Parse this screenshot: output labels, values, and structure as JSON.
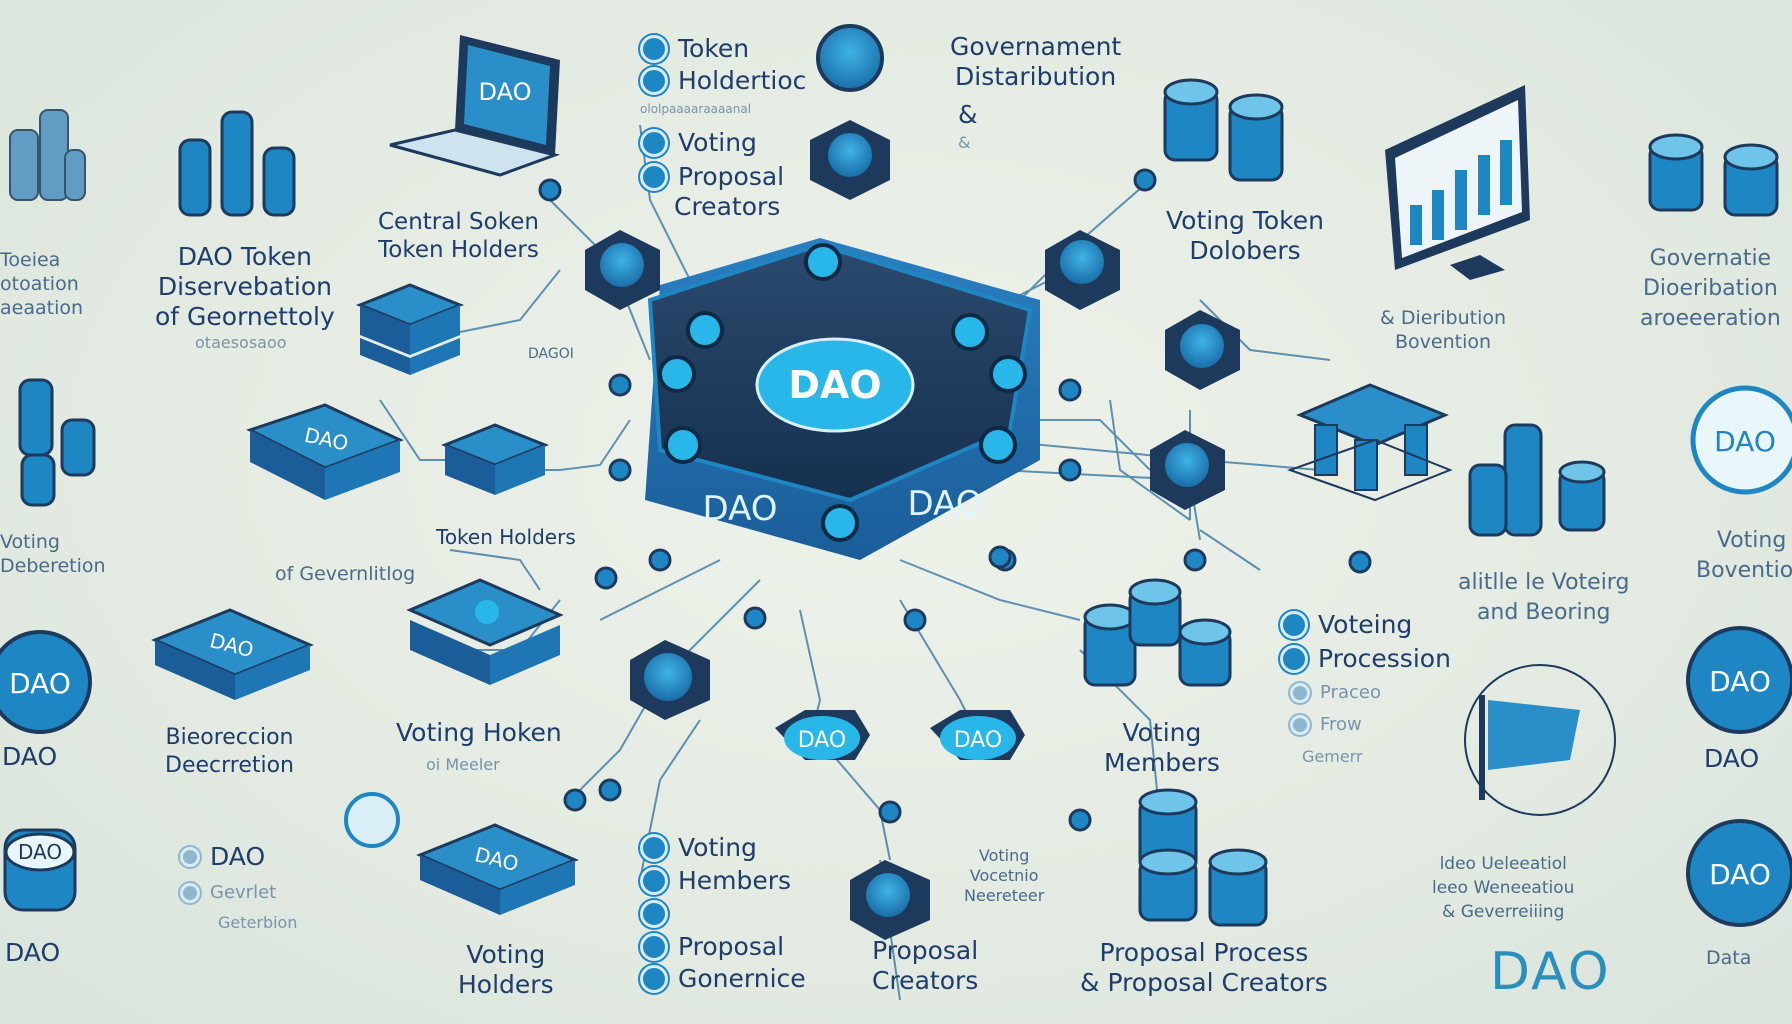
{
  "center": {
    "label": "DAO",
    "side_left": "DAO",
    "side_right": "DAO"
  },
  "nodes": {
    "node_dao_1": "DAO",
    "node_dao_2": "DAO",
    "laptop_screen": "DAO",
    "card_dao_1": "DAO",
    "card_dao_2": "DAO",
    "card_dao_3": "DAO",
    "left_circle_1": "DAO",
    "left_coin_dao": "DAO",
    "right_circle_1": "DAO",
    "right_circle_2": "DAO",
    "right_circle_3": "DAO"
  },
  "labels": {
    "top_bullets": [
      "Token",
      "Holdertioc",
      "Voting",
      "Proposal",
      "Creators"
    ],
    "top_bullets_faint": "ololpaaaaraaaanal",
    "top_right": [
      "Governament",
      "Distaribution",
      "&",
      "&"
    ],
    "central_token": [
      "Central Soken",
      "Token Holders"
    ],
    "dagoi": "DAGOI",
    "dao_token": [
      "DAO Token",
      "Diservebation",
      "of Geornettoly",
      "otaesosaoo"
    ],
    "far_left_top": [
      "Toeiea",
      "otoation",
      "aeaation"
    ],
    "far_left_mid": [
      "Voting",
      "Deberetion"
    ],
    "far_left_dao_1": "DAO",
    "far_left_dao_2": "DAO",
    "token_holders_mid": "Token Holders",
    "of_governing": "of Gevernlitlog",
    "biorecession": [
      "Bieoreccion",
      "Deecrretion"
    ],
    "voting_hoken": "Voting Hoken",
    "voting_hoken_sub": "oi Meeler",
    "left_bullets": [
      "DAO",
      "Gevrlet",
      "Geterbion"
    ],
    "voting_holders": [
      "Voting",
      "Holders"
    ],
    "bottom_bullets": [
      "Voting",
      "Hembers",
      "",
      "Proposal",
      "Gonernice"
    ],
    "proposal_creators": [
      "Proposal",
      "Creators"
    ],
    "voting_small": [
      "Voting",
      "Vocetnio",
      "Neereteer"
    ],
    "voting_members": [
      "Voting",
      "Members"
    ],
    "proposal_process": [
      "Proposal Process",
      "& Proposal Creators"
    ],
    "voting_token": [
      "Voting Token",
      "Dolobers"
    ],
    "distribution": [
      "& Dieribution",
      "Bovention"
    ],
    "right_bullets": [
      "Voteing",
      "Procession",
      "Praceo",
      "Frow",
      "Gemerr"
    ],
    "alittle_voting": [
      "alitlle le Voteirg",
      "and Beoring"
    ],
    "ideo": [
      "ldeo Ueleeatiol",
      "leeo Weneeatiou",
      "& Geverreiiing"
    ],
    "dao_big": "DAO",
    "far_right_top": [
      "Governatie",
      "Dioeribation",
      "aroeeeration"
    ],
    "far_right_mid": [
      "Voting",
      "Bovention"
    ],
    "far_right_dao": "DAO",
    "far_right_data": "Data"
  },
  "colors": {
    "primary": "#1f86c4",
    "dark": "#1d3a5c",
    "accent": "#29b6e8",
    "line": "#2f6f9f"
  }
}
